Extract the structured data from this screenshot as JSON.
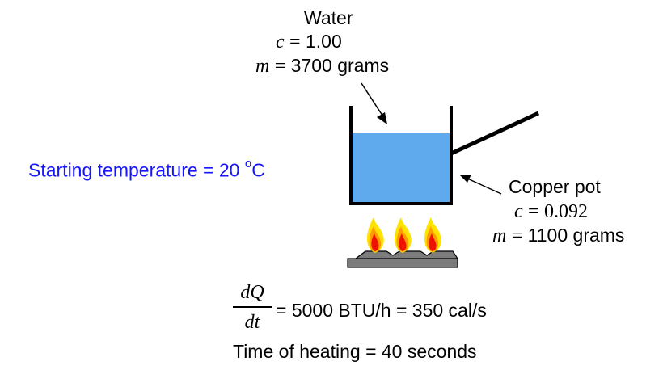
{
  "water": {
    "name": "Water",
    "c_symbol": "c",
    "equals": "=",
    "c_value": "1.00",
    "m_symbol": "m",
    "m_value": "3700 grams"
  },
  "starting_temperature": {
    "label": "Starting temperature = 20 ",
    "degree": "o",
    "unit": "C"
  },
  "copper_pot": {
    "name": "Copper pot",
    "c_symbol": "c",
    "equals": "=",
    "c_value": "0.092",
    "m_symbol": "m",
    "m_value": "1100 grams"
  },
  "heat_rate": {
    "numerator": "dQ",
    "denominator": "dt",
    "value": "= 5000 BTU/h = 350 cal/s"
  },
  "heating_time": {
    "label": "Time of heating = 40 seconds"
  },
  "colors": {
    "water_fill": "#5eaaec",
    "blue_text": "#1515ff",
    "flame_outer": "#ffe200",
    "flame_middle": "#ff9c00",
    "flame_inner": "#ee1100",
    "burner": "#7c7c7c"
  }
}
